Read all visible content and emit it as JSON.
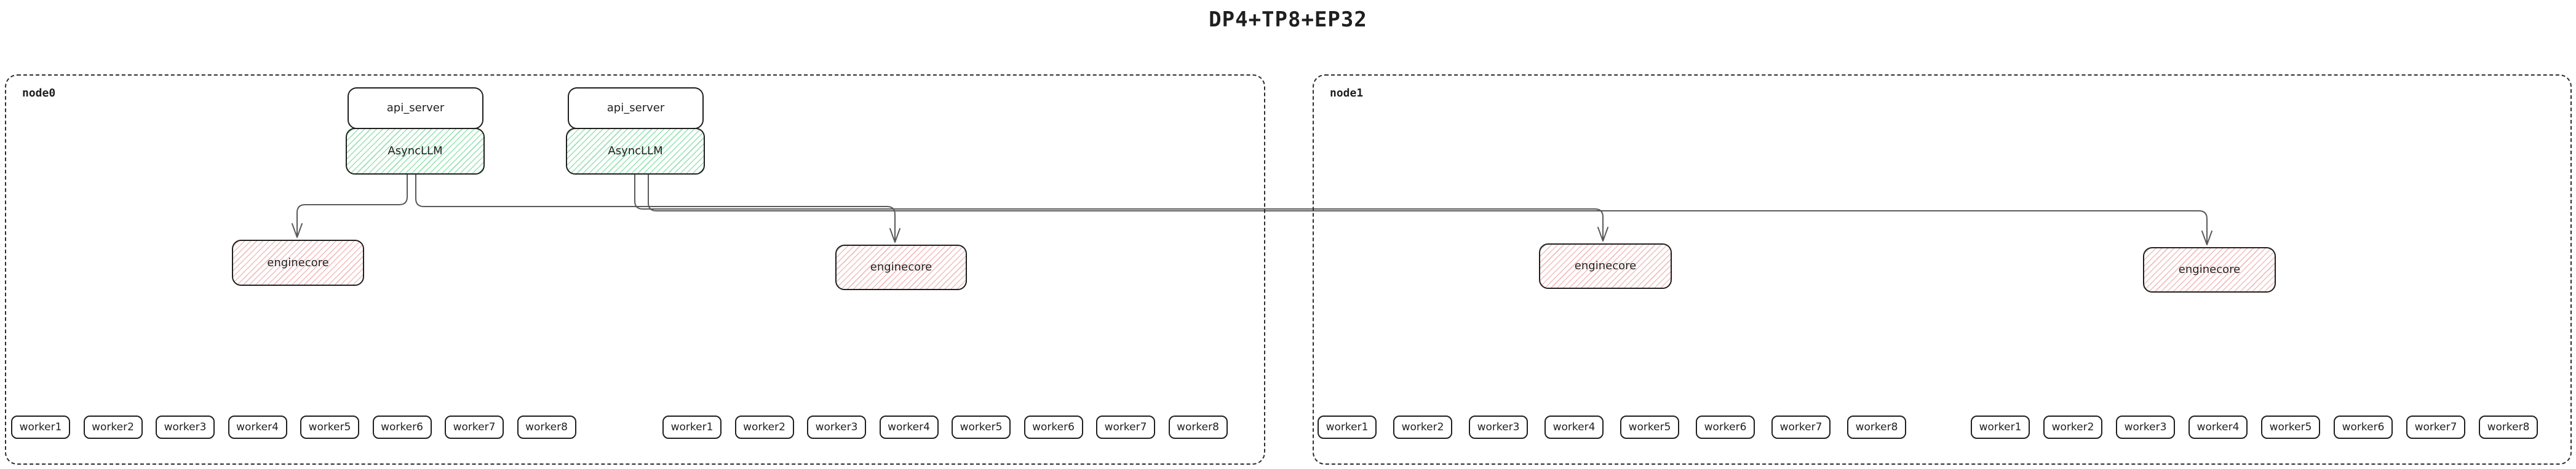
{
  "title": "DP4+TP8+EP32",
  "colors": {
    "border": "#1f1f1f",
    "line": "#595959",
    "async_hatch": "#94e2b0",
    "engine_hatch": "#f2bcbc"
  },
  "nodes": [
    {
      "label": "node0",
      "server_stacks": [
        {
          "api_server": "api_server",
          "async_llm": "AsyncLLM"
        },
        {
          "api_server": "api_server",
          "async_llm": "AsyncLLM"
        }
      ],
      "enginecores": [
        {
          "label": "enginecore"
        },
        {
          "label": "enginecore"
        }
      ],
      "worker_groups": [
        {
          "workers": [
            "worker1",
            "worker2",
            "worker3",
            "worker4",
            "worker5",
            "worker6",
            "worker7",
            "worker8"
          ]
        },
        {
          "workers": [
            "worker1",
            "worker2",
            "worker3",
            "worker4",
            "worker5",
            "worker6",
            "worker7",
            "worker8"
          ]
        }
      ]
    },
    {
      "label": "node1",
      "server_stacks": [],
      "enginecores": [
        {
          "label": "enginecore"
        },
        {
          "label": "enginecore"
        }
      ],
      "worker_groups": [
        {
          "workers": [
            "worker1",
            "worker2",
            "worker3",
            "worker4",
            "worker5",
            "worker6",
            "worker7",
            "worker8"
          ]
        },
        {
          "workers": [
            "worker1",
            "worker2",
            "worker3",
            "worker4",
            "worker5",
            "worker6",
            "worker7",
            "worker8"
          ]
        }
      ]
    }
  ]
}
